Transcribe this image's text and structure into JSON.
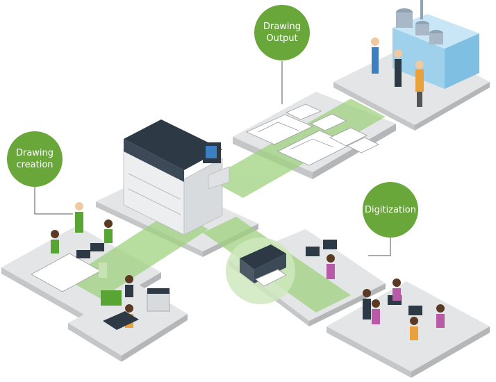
{
  "labels": {
    "drawing_output": "Drawing\nOutput",
    "drawing_creation": "Drawing\ncreation",
    "digitization": "Digitization"
  },
  "colors": {
    "bubble_green": "#6aa73a",
    "flow_green": "#9fd17f",
    "platform_top": "#e4e5e6",
    "platform_side": "#c4c6c8",
    "printer_dark": "#2d3945",
    "printer_body": "#eceeef",
    "factory_blue": "#9fd0ec",
    "worker_green": "#58a534",
    "worker_purple": "#b85aa8",
    "worker_orange": "#e9a23b"
  }
}
